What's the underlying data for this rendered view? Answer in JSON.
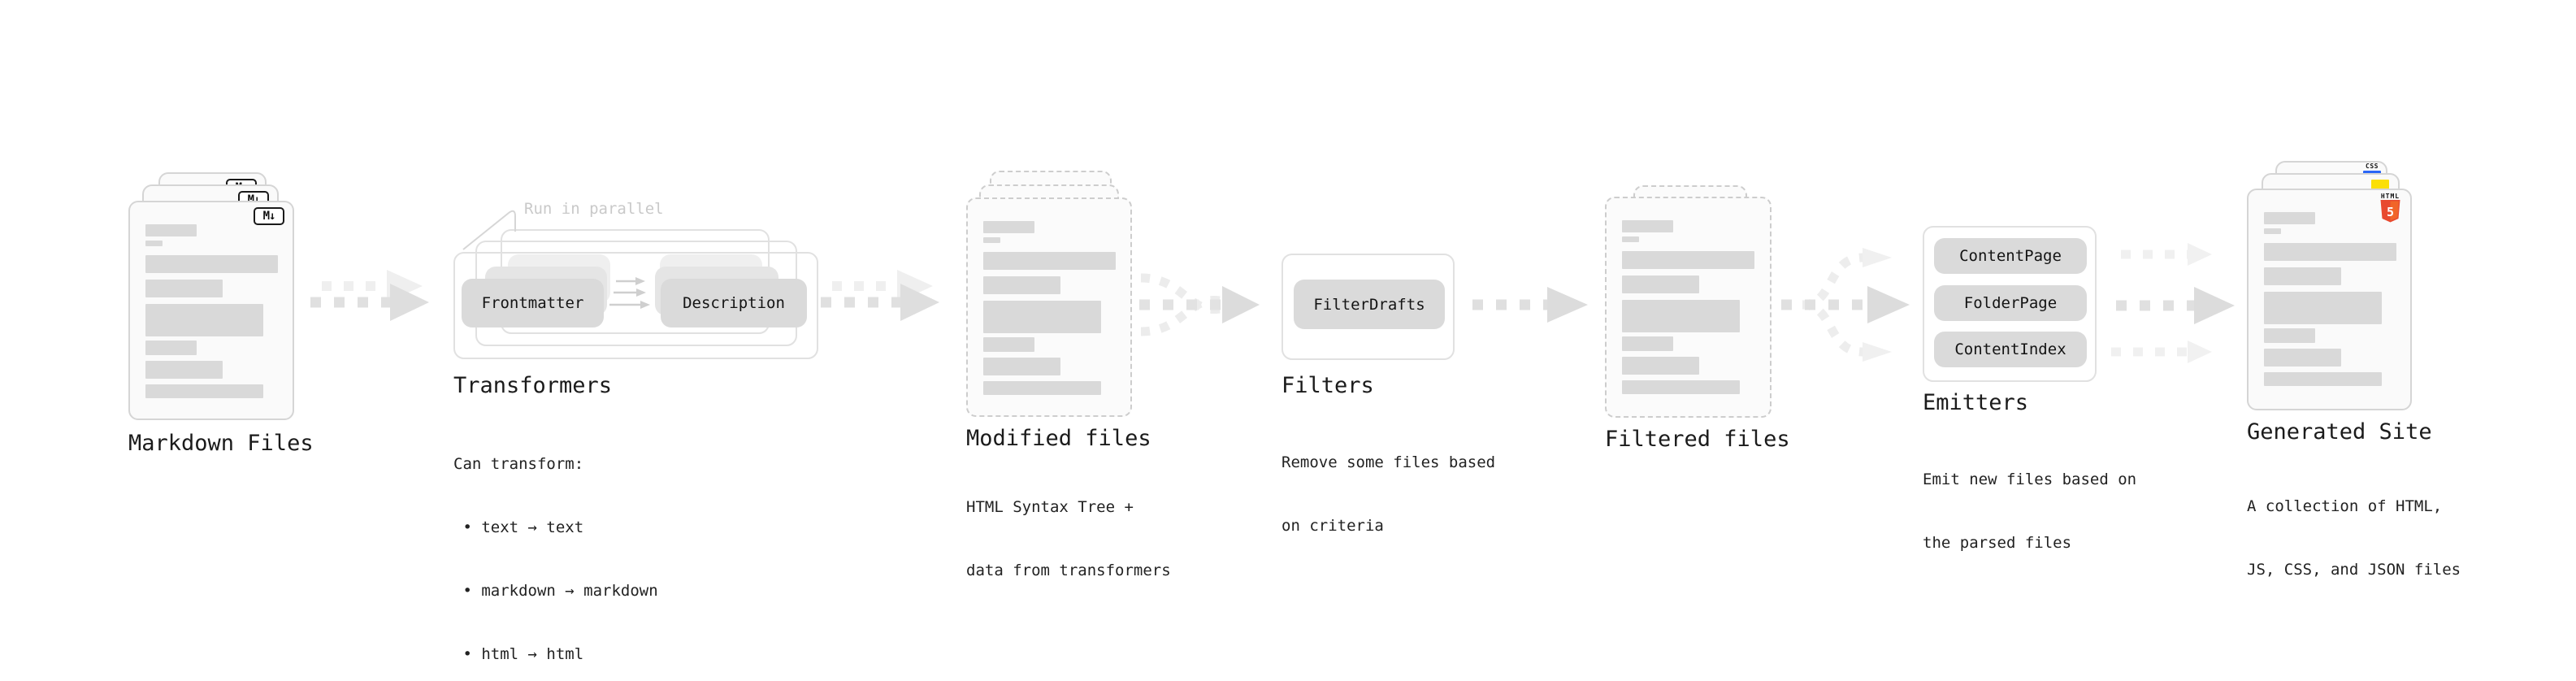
{
  "stages": {
    "markdown": {
      "label": "Markdown Files",
      "badge": "M↓"
    },
    "transformers": {
      "label": "Transformers",
      "callout": "Run in parallel",
      "pills": [
        "Frontmatter",
        "Description"
      ],
      "desc": [
        "Can transform:",
        " • text → text",
        " • markdown → markdown",
        " • html → html"
      ]
    },
    "modified": {
      "label": "Modified files",
      "desc": [
        "HTML Syntax Tree +",
        "data from transformers"
      ]
    },
    "filters": {
      "label": "Filters",
      "pills": [
        "FilterDrafts"
      ],
      "desc": [
        "Remove some files based",
        "on criteria"
      ]
    },
    "filtered": {
      "label": "Filtered files"
    },
    "emitters": {
      "label": "Emitters",
      "pills": [
        "ContentPage",
        "FolderPage",
        "ContentIndex"
      ],
      "desc": [
        "Emit new files based on",
        "the parsed files"
      ]
    },
    "generated": {
      "label": "Generated Site",
      "badges": {
        "css": "CSS",
        "html_word": "HTML",
        "html_num": "5"
      },
      "desc": [
        "A collection of HTML,",
        "JS, CSS, and JSON files"
      ]
    }
  },
  "colors": {
    "markdown_badge_border": "#1a1a1a",
    "html5_orange": "#e8492f",
    "js_yellow": "#fbdf07",
    "css_blue": "#2b66f6",
    "arrow_gray": "#e0e0e0",
    "pill_gray": "#dadada"
  }
}
